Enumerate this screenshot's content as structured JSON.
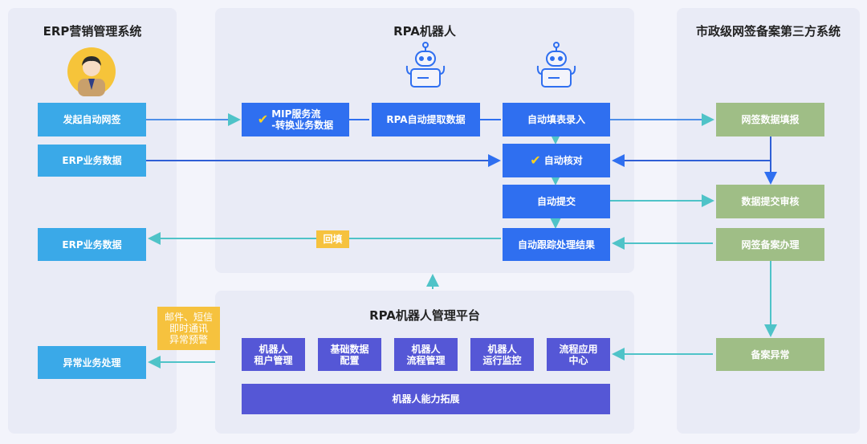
{
  "panels": {
    "erp_title": "ERP营销管理系统",
    "rpa_title": "RPA机器人",
    "third_title": "市政级网签备案第三方系统",
    "platform_title": "RPA机器人管理平台"
  },
  "erp": {
    "start_sign": "发起自动网签",
    "erp_data_1": "ERP业务数据",
    "erp_data_2": "ERP业务数据",
    "exception": "异常业务处理"
  },
  "rpa": {
    "mip": "MIP服务流\n-转换业务数据",
    "extract": "RPA自动提取数据",
    "fill": "自动填表录入",
    "verify": "自动核对",
    "submit": "自动提交",
    "track": "自动跟踪处理结果",
    "backfill": "回填"
  },
  "third": {
    "report": "网签数据填报",
    "review": "数据提交审核",
    "process": "网签备案办理",
    "abnormal": "备案异常"
  },
  "platform": {
    "notify": "邮件、短信\n即时通讯\n异常预警",
    "modules": [
      "机器人\n租户管理",
      "基础数据\n配置",
      "机器人\n流程管理",
      "机器人\n运行监控",
      "流程应用\n中心"
    ],
    "extend": "机器人能力拓展"
  },
  "icons": [
    "user-avatar-icon",
    "robot-icon",
    "check-icon"
  ],
  "colors": {
    "erp_box": "#3aa9e8",
    "rpa_box": "#2f6ff0",
    "third_box": "#9fbe86",
    "platform_box": "#5557d6",
    "highlight": "#f6c23e"
  }
}
